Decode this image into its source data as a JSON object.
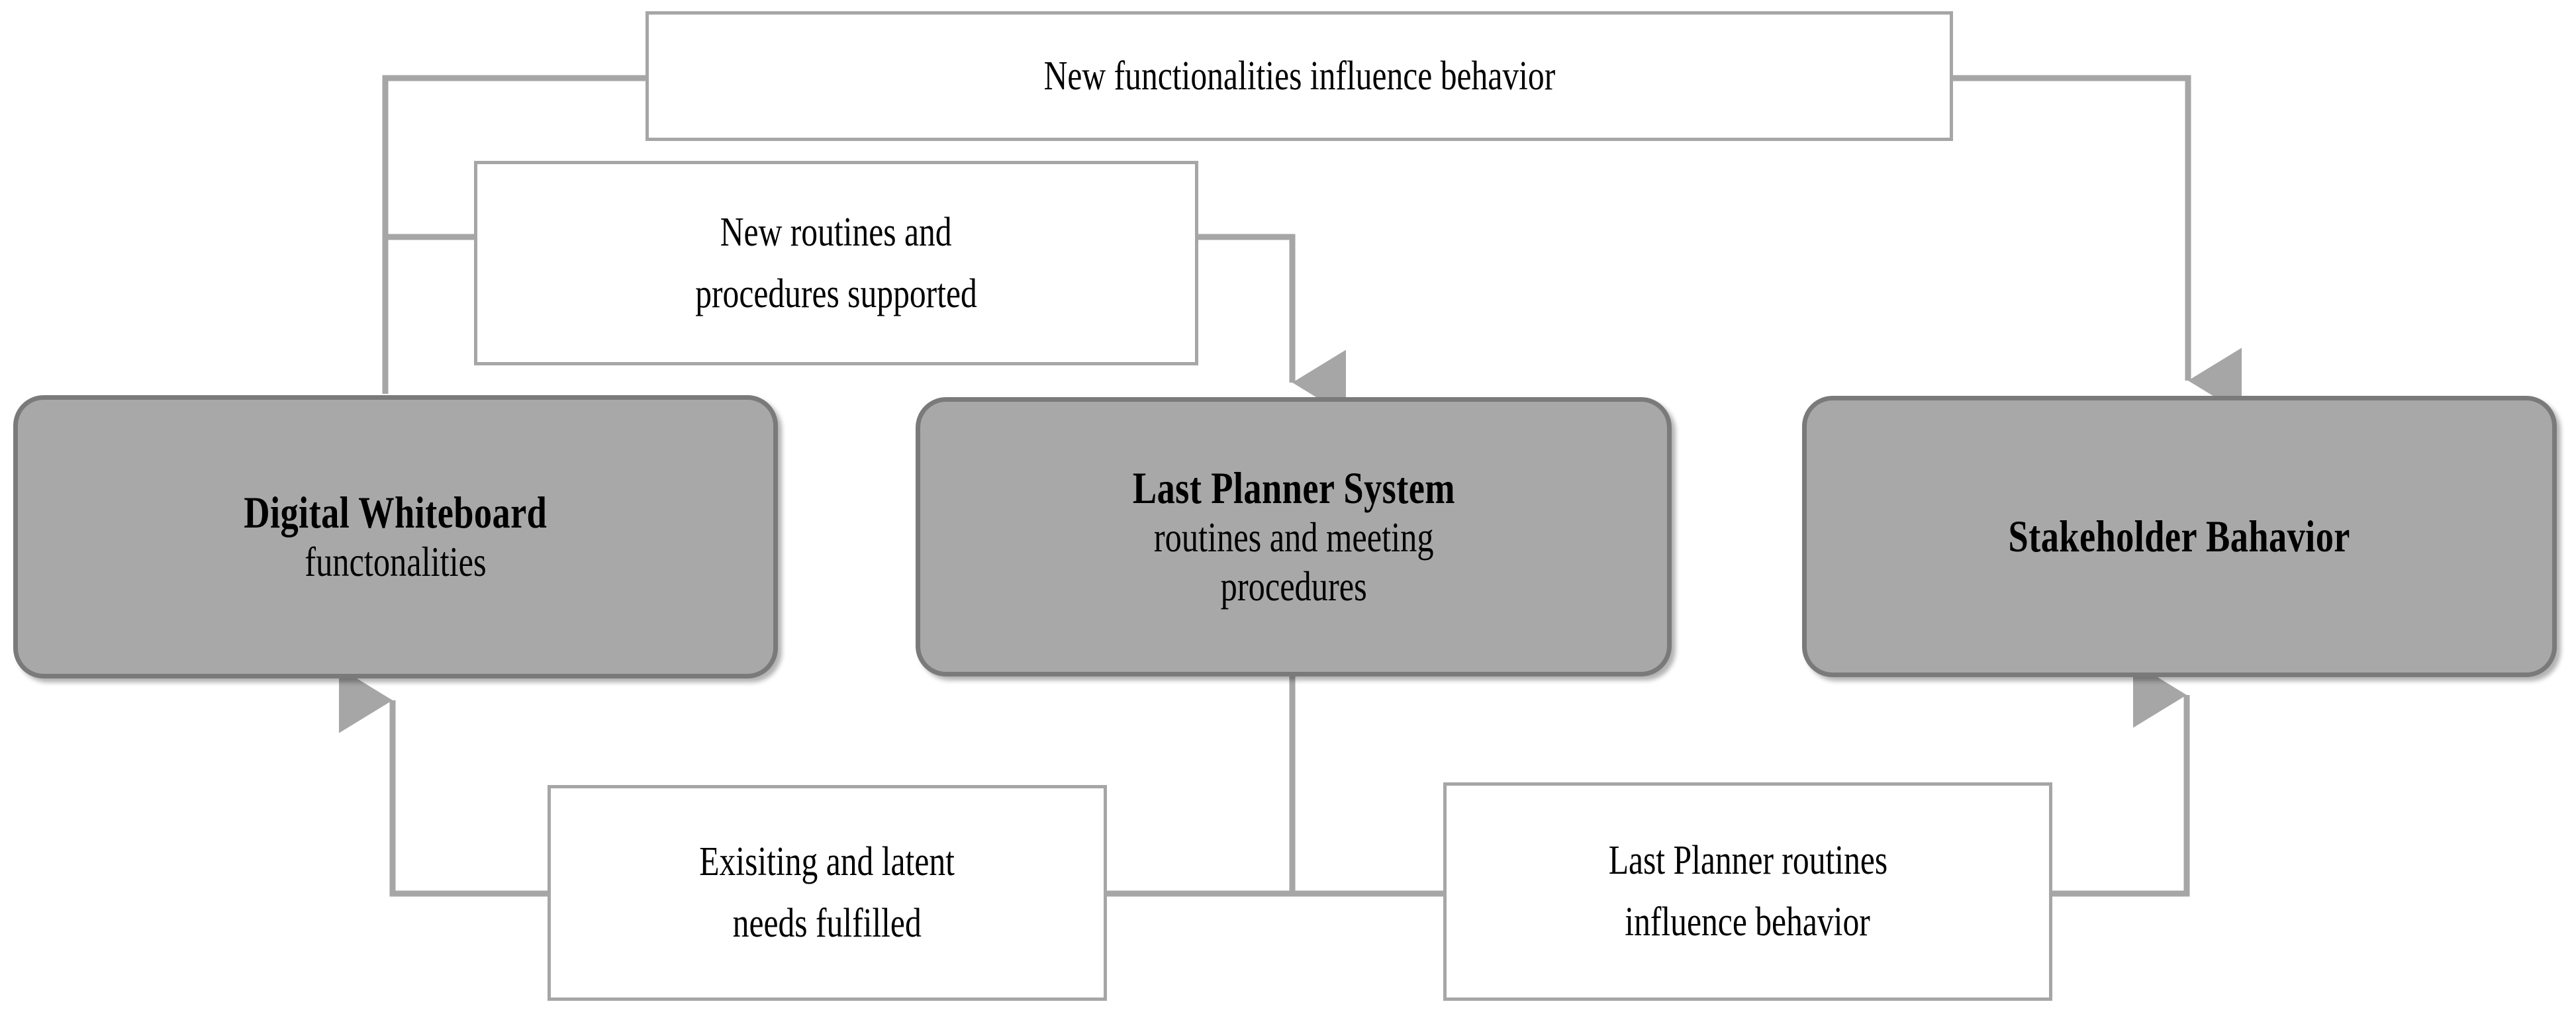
{
  "diagram": {
    "title": "Digital Whiteboard, Last Planner System and Stakeholder Behavior feedback loop",
    "type": "feedback-loop-block-diagram",
    "colors": {
      "node_fill": "#a8a8a8",
      "node_border": "#7a7a7a",
      "caption_border": "#a6a6a6",
      "caption_fill": "#ffffff",
      "connector": "#a6a6a6",
      "text": "#000000",
      "background": "#ffffff"
    }
  },
  "nodes": [
    {
      "id": "digital-whiteboard",
      "title": "Digital Whiteboard",
      "subtitle": "functonalities"
    },
    {
      "id": "last-planner-system",
      "title": "Last Planner System",
      "subtitle_line1": "routines and meeting",
      "subtitle_line2": "procedures"
    },
    {
      "id": "stakeholder-behavior",
      "title": "Stakeholder Bahavior",
      "subtitle": ""
    }
  ],
  "captions": [
    {
      "id": "new-functionalities",
      "line1": "New functionalities influence behavior",
      "line2": ""
    },
    {
      "id": "new-routines",
      "line1": "New routines and",
      "line2": "procedures supported"
    },
    {
      "id": "existing-needs",
      "line1": "Exisiting and latent",
      "line2": "needs fulfilled"
    },
    {
      "id": "last-planner-routines",
      "line1": "Last Planner routines",
      "line2": "influence behavior"
    }
  ],
  "connections": [
    {
      "id": "whiteboard-to-stakeholder",
      "label": "New functionalities influence behavior",
      "from": "digital-whiteboard",
      "to": "stakeholder-behavior",
      "arrow": "down-into-top"
    },
    {
      "id": "whiteboard-to-lastplanner",
      "label": "New routines and procedures supported",
      "from": "digital-whiteboard",
      "to": "last-planner-system",
      "arrow": "down-into-top"
    },
    {
      "id": "lastplanner-to-whiteboard",
      "label": "Exisiting and latent needs fulfilled",
      "from": "last-planner-system",
      "to": "digital-whiteboard",
      "arrow": "up-into-bottom"
    },
    {
      "id": "lastplanner-to-stakeholder",
      "label": "Last Planner routines influence behavior",
      "from": "last-planner-system",
      "to": "stakeholder-behavior",
      "arrow": "up-into-bottom"
    }
  ]
}
